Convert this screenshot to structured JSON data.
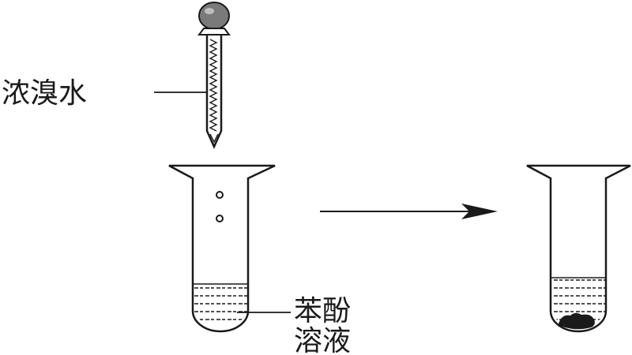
{
  "labels": {
    "reagent": "浓溴水",
    "solution_line1": "苯酚",
    "solution_line2": "溶液"
  },
  "icons": {
    "dropper": "dropper-icon",
    "test_tube_before": "test-tube-icon",
    "test_tube_after": "test-tube-icon",
    "reaction_arrow": "arrow-right-icon",
    "precipitate": "precipitate-icon"
  }
}
